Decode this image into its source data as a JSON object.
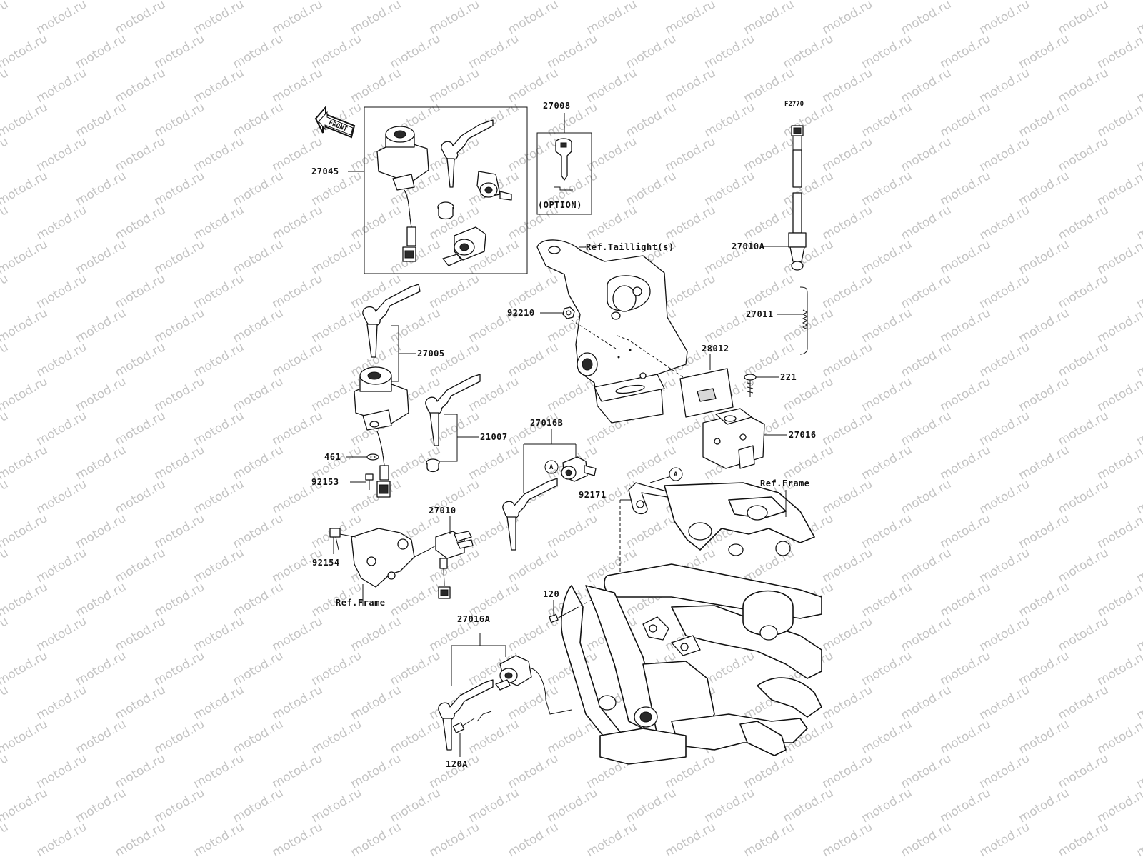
{
  "watermark": {
    "text": "motod.ru"
  },
  "front_arrow": {
    "label": "FRONT"
  },
  "callouts": [
    {
      "id": "c27045",
      "text": "27045"
    },
    {
      "id": "c27008",
      "text": "27008"
    },
    {
      "id": "c27008opt",
      "text": "(OPTION)"
    },
    {
      "id": "cF2770",
      "text": "F2770"
    },
    {
      "id": "c27010A",
      "text": "27010A"
    },
    {
      "id": "cTail",
      "text": "Ref.Taillight(s)"
    },
    {
      "id": "c92210",
      "text": "92210"
    },
    {
      "id": "c27011",
      "text": "27011"
    },
    {
      "id": "c28012",
      "text": "28012"
    },
    {
      "id": "c221",
      "text": "221"
    },
    {
      "id": "c27005",
      "text": "27005"
    },
    {
      "id": "c21007",
      "text": "21007"
    },
    {
      "id": "c27016B",
      "text": "27016B"
    },
    {
      "id": "c27016",
      "text": "27016"
    },
    {
      "id": "cRefFrame1",
      "text": "Ref.Frame"
    },
    {
      "id": "c461",
      "text": "461"
    },
    {
      "id": "c92153",
      "text": "92153"
    },
    {
      "id": "c92171",
      "text": "92171"
    },
    {
      "id": "c27010",
      "text": "27010"
    },
    {
      "id": "c92154",
      "text": "92154"
    },
    {
      "id": "cRefFrame2",
      "text": "Ref.Frame"
    },
    {
      "id": "c120",
      "text": "120"
    },
    {
      "id": "c27016A",
      "text": "27016A"
    },
    {
      "id": "c120A",
      "text": "120A"
    }
  ],
  "ref_marks": {
    "a1": "A",
    "a2": "A"
  }
}
